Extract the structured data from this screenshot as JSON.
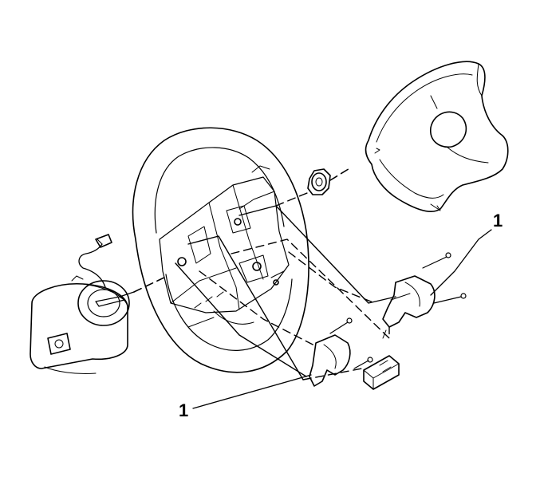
{
  "diagram": {
    "callouts": [
      {
        "id": "bracket-right",
        "label": "1"
      },
      {
        "id": "bracket-left",
        "label": "1"
      }
    ]
  }
}
